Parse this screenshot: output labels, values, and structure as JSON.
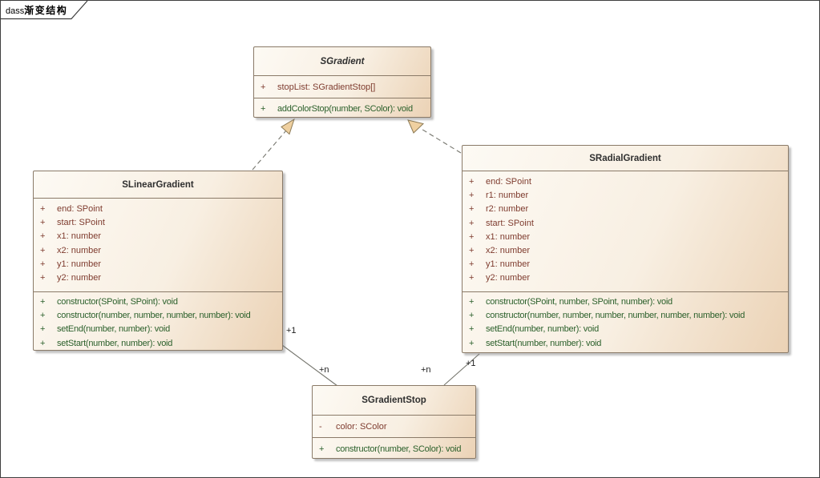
{
  "frame": {
    "keyword": "dass",
    "title": "渐变结构"
  },
  "classes": {
    "sgradient": {
      "name": "SGradient",
      "abstract": true,
      "attributes": [
        {
          "v": "+",
          "t": "stopList: SGradientStop[]"
        }
      ],
      "operations": [
        {
          "v": "+",
          "t": "addColorStop(number, SColor): void"
        }
      ]
    },
    "slinear": {
      "name": "SLinearGradient",
      "abstract": false,
      "attributes": [
        {
          "v": "+",
          "t": "end: SPoint"
        },
        {
          "v": "+",
          "t": "start: SPoint"
        },
        {
          "v": "+",
          "t": "x1: number"
        },
        {
          "v": "+",
          "t": "x2: number"
        },
        {
          "v": "+",
          "t": "y1: number"
        },
        {
          "v": "+",
          "t": "y2: number"
        }
      ],
      "operations": [
        {
          "v": "+",
          "t": "constructor(SPoint, SPoint): void"
        },
        {
          "v": "+",
          "t": "constructor(number, number, number, number): void"
        },
        {
          "v": "+",
          "t": "setEnd(number, number): void"
        },
        {
          "v": "+",
          "t": "setStart(number, number): void"
        }
      ]
    },
    "sradial": {
      "name": "SRadialGradient",
      "abstract": false,
      "attributes": [
        {
          "v": "+",
          "t": "end: SPoint"
        },
        {
          "v": "+",
          "t": "r1: number"
        },
        {
          "v": "+",
          "t": "r2: number"
        },
        {
          "v": "+",
          "t": "start: SPoint"
        },
        {
          "v": "+",
          "t": "x1: number"
        },
        {
          "v": "+",
          "t": "x2: number"
        },
        {
          "v": "+",
          "t": "y1: number"
        },
        {
          "v": "+",
          "t": "y2: number"
        }
      ],
      "operations": [
        {
          "v": "+",
          "t": "constructor(SPoint, number, SPoint, number): void"
        },
        {
          "v": "+",
          "t": "constructor(number, number, number, number, number, number): void"
        },
        {
          "v": "+",
          "t": "setEnd(number, number): void"
        },
        {
          "v": "+",
          "t": "setStart(number, number): void"
        }
      ]
    },
    "sstop": {
      "name": "SGradientStop",
      "abstract": false,
      "attributes": [
        {
          "v": "-",
          "t": "color: SColor"
        }
      ],
      "operations": [
        {
          "v": "+",
          "t": "constructor(number, SColor): void"
        }
      ]
    }
  },
  "multiplicities": {
    "linear_source": "+1",
    "linear_target": "+n",
    "radial_target": "+n",
    "radial_source": "+1"
  },
  "colors": {
    "attribute_text": "#7e3b2e",
    "operation_text": "#2a5f2a",
    "class_border": "#8a7a68",
    "fill_light": "#fdfaf4",
    "fill_dark": "#ebd2b5",
    "connector_line": "#75756d",
    "arrowhead_fill": "#efd0a0",
    "arrowhead_stroke": "#8c7a55"
  }
}
